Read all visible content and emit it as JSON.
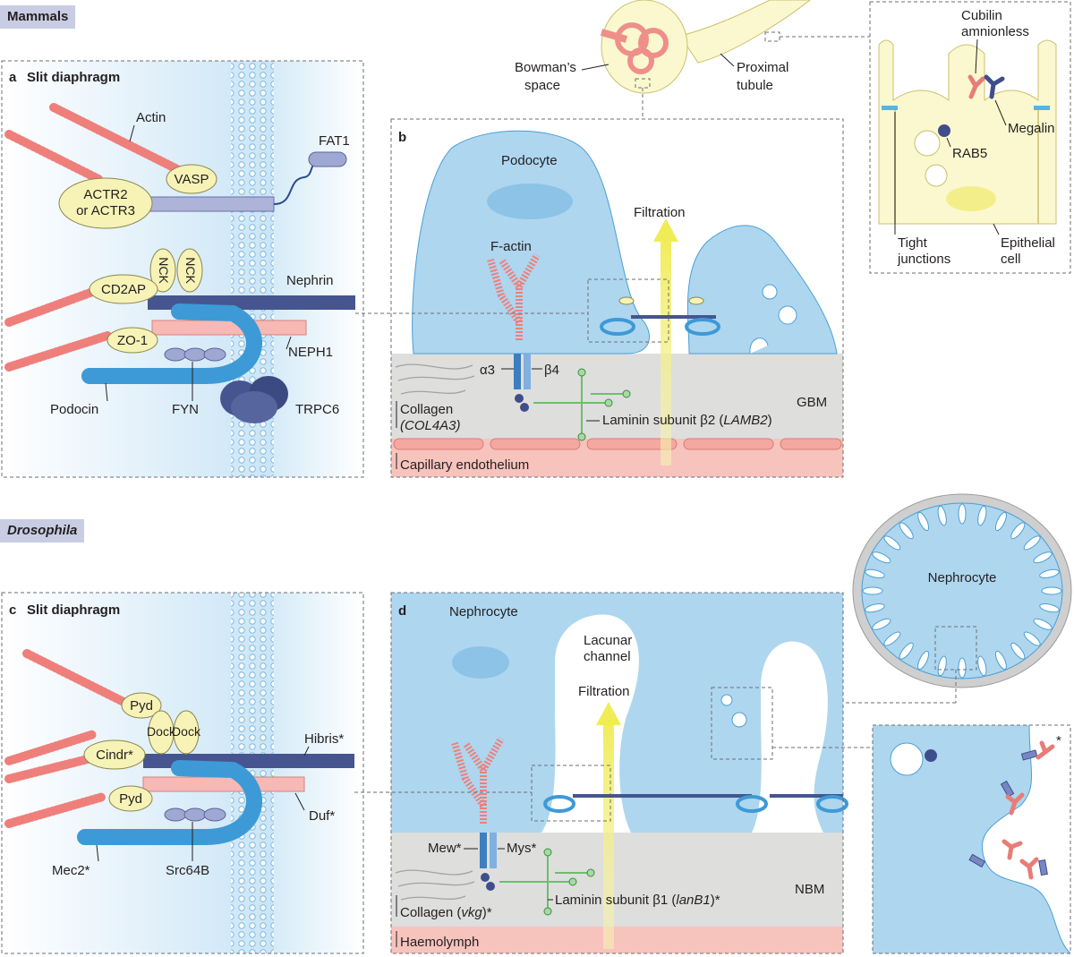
{
  "sections": {
    "mammals": "Mammals",
    "drosophila": "Drosophila"
  },
  "panels": {
    "a": {
      "letter": "a",
      "title": "Slit diaphragm"
    },
    "b": {
      "letter": "b"
    },
    "c": {
      "letter": "c",
      "title": "Slit diaphragm"
    },
    "d": {
      "letter": "d"
    }
  },
  "labels_a": {
    "actin": "Actin",
    "fat1": "FAT1",
    "vasp": "VASP",
    "actr_line1": "ACTR2",
    "actr_line2": "or ACTR3",
    "nck1": "NCK",
    "nck2": "NCK",
    "cd2ap": "CD2AP",
    "nephrin": "Nephrin",
    "zo1": "ZO-1",
    "neph1": "NEPH1",
    "podocin": "Podocin",
    "fyn": "FYN",
    "trpc6": "TRPC6"
  },
  "labels_kidney": {
    "bowman_line1": "Bowman’s",
    "bowman_line2": "space",
    "proximal_line1": "Proximal",
    "proximal_line2": "tubule"
  },
  "labels_tubule": {
    "cubilin": "Cubilin",
    "amnionless": "amnionless",
    "megalin": "Megalin",
    "rab5": "RAB5",
    "tight_line1": "Tight",
    "tight_line2": "junctions",
    "epithelial_line1": "Epithelial",
    "epithelial_line2": "cell"
  },
  "labels_b": {
    "podocyte": "Podocyte",
    "filtration": "Filtration",
    "factin": "F-actin",
    "alpha3": "α3",
    "beta4": "β4",
    "gbm": "GBM",
    "collagen_line1": "Collagen",
    "collagen_line2": "(COL4A3)",
    "laminin_prefix": "Laminin subunit β2 (",
    "laminin_gene": "LAMB2",
    "laminin_suffix": ")",
    "capillary": "Capillary endothelium"
  },
  "labels_c": {
    "pyd1": "Pyd",
    "dock1": "Dock",
    "dock2": "Dock",
    "cindr": "Cindr*",
    "hibris": "Hibris*",
    "pyd2": "Pyd",
    "duf": "Duf*",
    "mec2": "Mec2*",
    "src64b": "Src64B"
  },
  "labels_d": {
    "nephrocyte": "Nephrocyte",
    "lacunar_line1": "Lacunar",
    "lacunar_line2": "channel",
    "filtration": "Filtration",
    "mew": "Mew*",
    "mys": "Mys*",
    "nbm": "NBM",
    "collagen_prefix": "Collagen (",
    "collagen_gene": "vkg",
    "collagen_suffix": ")*",
    "laminin_prefix": "Laminin subunit β1 (",
    "laminin_gene": "lanB1",
    "laminin_suffix": ")*",
    "haemolymph": "Haemolymph"
  },
  "labels_nephrocyte": {
    "nephrocyte": "Nephrocyte",
    "star": "*"
  },
  "colors": {
    "cell_blue": "#aed6ef",
    "cell_edge": "#4a9fd4",
    "membrane_blue": "#cfe6f6",
    "actin_red": "#ef7f7b",
    "oval_yellow": "#f7f3b6",
    "nephrin_navy": "#46558f",
    "neph1_pink": "#f6b9b5",
    "podocin_blue": "#3d9ad6",
    "fyn_lavender": "#9fa8d2",
    "gbm_grey": "#dededd",
    "endothelium_pink": "#f6c3bd",
    "tubule_yellow": "#fbf8cf",
    "section_tag": "#c9cde3",
    "laminin_green": "#6bbf6e"
  }
}
